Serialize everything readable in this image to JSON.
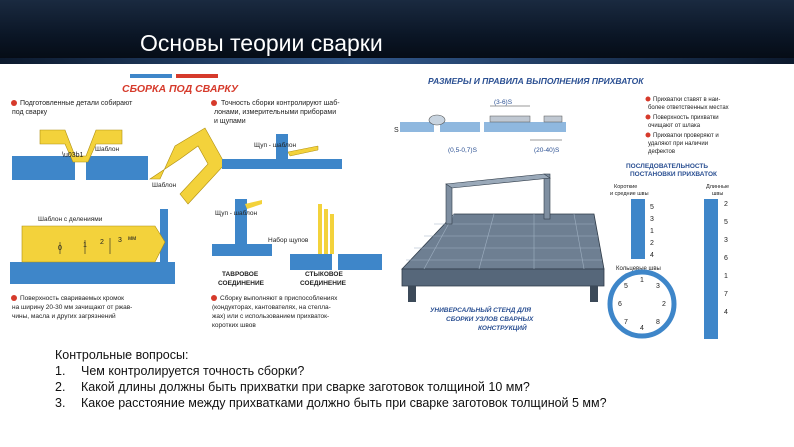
{
  "slide": {
    "title": "Основы теории сварки"
  },
  "left_panel": {
    "heading": "СБОРКА ПОД СВАРКУ",
    "note_top_left": [
      "Подготовленные детали собирают",
      "под сварку"
    ],
    "note_top_right": [
      "Точность сборки контролируют шаб-",
      "лонами, измерительными приборами",
      "и щупами"
    ],
    "label_shablon_1": "Шаблон",
    "label_shablon_2": "Шаблон",
    "label_shup_shablon_1": "Щуп - шаблон",
    "label_shup_shablon_2": "Щуп - шаблон",
    "label_shablon_delenia": "Шаблон с делениями",
    "label_nabor_shupov": "Набор щупов",
    "label_tavrovoe": [
      "ТАВРОВОЕ",
      "СОЕДИНЕНИЕ"
    ],
    "label_stykovoe": [
      "СТЫКОВОЕ",
      "СОЕДИНЕНИЕ"
    ],
    "ruler_marks": [
      "0",
      "1",
      "2",
      "3",
      "мм"
    ],
    "note_bottom_left": [
      "Поверхность свариваемых кромок",
      "на ширину 20-30 мм зачищают от ржав-",
      "чины, масла и других загрязнений"
    ],
    "note_bottom_right": [
      "Сборку выполняют в приспособлениях",
      "(кондукторах, кантователях, на стелла-",
      "жах) или с использованием прихваток-",
      "коротких швов"
    ]
  },
  "right_panel": {
    "heading": "РАЗМЕРЫ И ПРАВИЛА ВЫПОЛНЕНИЯ ПРИХВАТОК",
    "dim_s": "S",
    "dim_gap": "(0,5-0,7)S",
    "dim_len": "(3-6)S",
    "dim_pitch": "(20-40)S",
    "rules": [
      "Прихватки ставят в наи-",
      "более ответственных местах",
      "Поверхность прихватки",
      "очищают от шлака",
      "Прихватки проверяют и",
      "удаляют при наличии",
      "дефектов"
    ],
    "sequence_heading": [
      "ПОСЛЕДОВАТЕЛЬНОСТЬ",
      "ПОСТАНОВКИ ПРИХВАТОК"
    ],
    "short_seams": [
      "Короткие",
      "и средние швы"
    ],
    "long_seams": [
      "Длинные",
      "швы"
    ],
    "short_numbers": [
      "5",
      "3",
      "1",
      "2",
      "4"
    ],
    "long_numbers": [
      "2",
      "5",
      "3",
      "6",
      "1",
      "7",
      "4"
    ],
    "ring_seams": "Кольцевые швы",
    "ring_numbers": [
      "1",
      "5",
      "3",
      "6",
      "2",
      "7",
      "4",
      "8"
    ],
    "stand_caption": [
      "УНИВЕРСАЛЬНЫЙ СТЕНД ДЛЯ",
      "СБОРКИ УЗЛОВ СВАРНЫХ",
      "КОНСТРУКЦИЙ"
    ]
  },
  "questions": {
    "heading": "Контрольные вопросы:",
    "items": [
      {
        "num": "1.",
        "text": "Чем контролируется точность сборки?"
      },
      {
        "num": "2.",
        "text": "Какой длины должны быть прихватки при сварке заготовок толщиной 10 мм?"
      },
      {
        "num": "3.",
        "text": "Какое расстояние между прихватками должно быть при сварке заготовок толщиной 5 мм?"
      }
    ]
  },
  "colors": {
    "header_bg": "#0b1626",
    "diagram_blue": "#3e86c9",
    "diagram_yellow": "#f3d23b",
    "heading_red": "#d63a2b",
    "heading_blue": "#2a4f92"
  }
}
